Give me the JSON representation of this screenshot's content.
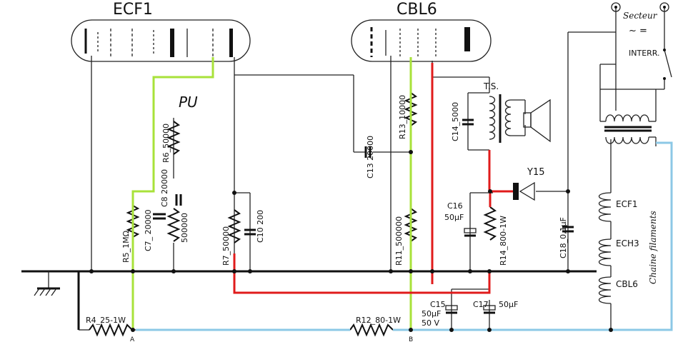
{
  "tubes": {
    "ecf1": "ECF1",
    "cbl6": "CBL6"
  },
  "mains": {
    "secteur": "Secteur",
    "symbol": "~ =",
    "interr": "INTERR."
  },
  "components": {
    "r5": "R5_1MΩ",
    "c7": "C7_ 20000",
    "r6": "R6_50000",
    "pu": "PU",
    "c8": "C8 20000",
    "pot": "500000",
    "r7": "R7_50000",
    "c10": "C10 200",
    "c13": "C13 20000",
    "r13": "R13_10000",
    "r11": "R11_500000",
    "c14": "C14_5000",
    "ts": "T.S.",
    "y15": "Y15",
    "c16a": "C16",
    "c16b": "50µF",
    "r14": "R14_800-1W",
    "c18": "C18_0,1µF",
    "c15a": "C15",
    "c15b": "50µF",
    "c15c": "50 V",
    "c17a": "C17",
    "c17b": "50µF",
    "r4": "R4_25-1W",
    "r12": "R12_80-1W",
    "node_a": "A",
    "node_b": "B"
  },
  "filaments": {
    "title": "Chaine filaments",
    "ecf1": "ECF1",
    "ech3": "ECH3",
    "cbl6": "CBL6"
  },
  "colors": {
    "green": "#a8e23a",
    "red": "#e01b1b",
    "blue": "#8cc8e6"
  }
}
